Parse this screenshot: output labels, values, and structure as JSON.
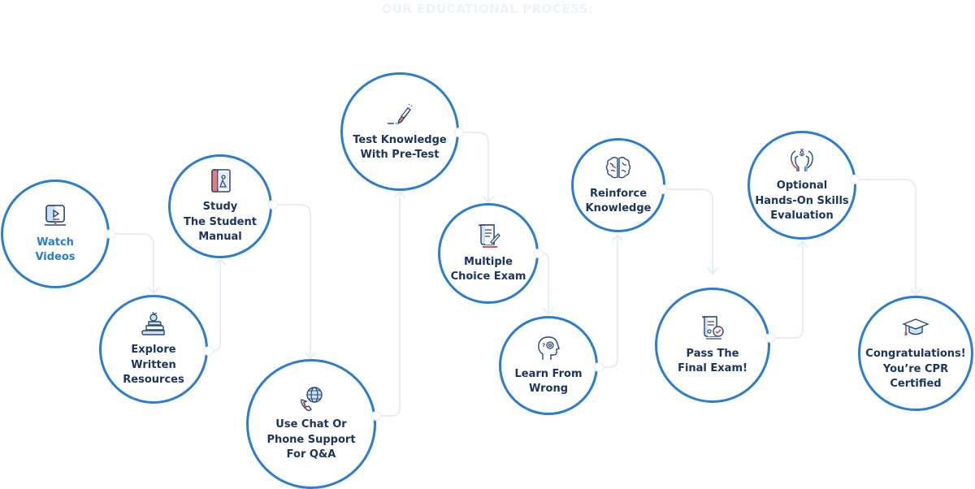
{
  "title": "OUR EDUCATIONAL PROCESS:",
  "colors": {
    "title": "#eef3fb",
    "circle_border": "#2a7dd1",
    "label_primary": "#2a7dd1",
    "label": "#1c3560",
    "connector": "#e6eef8",
    "icon_stroke": "#2b4a7a",
    "icon_fill_light": "#cfe3f8",
    "icon_accent": "#d9534f"
  },
  "steps": [
    {
      "label": "Watch\nVideos",
      "icon": "video-screen-icon"
    },
    {
      "label": "Explore\nWritten\nResources",
      "icon": "book-stack-apple-icon"
    },
    {
      "label": "Study\nThe Student\nManual",
      "icon": "manual-book-icon"
    },
    {
      "label": "Use Chat Or\nPhone Support\nFor Q&A",
      "icon": "phone-globe-icon"
    },
    {
      "label": "Test Knowledge\nWith Pre-Test",
      "icon": "pencil-icon"
    },
    {
      "label": "Multiple\nChoice Exam",
      "icon": "exam-scroll-pen-icon"
    },
    {
      "label": "Learn From\nWrong",
      "icon": "head-gears-icon"
    },
    {
      "label": "Reinforce\nKnowledge",
      "icon": "brain-icon"
    },
    {
      "label": "Pass The\nFinal Exam!",
      "icon": "certificate-check-icon"
    },
    {
      "label": "Optional\nHands-On Skills\nEvaluation",
      "icon": "hands-skills-icon"
    },
    {
      "label": "Congratulations!\nYou’re CPR\nCertified",
      "icon": "graduation-cap-icon"
    }
  ]
}
